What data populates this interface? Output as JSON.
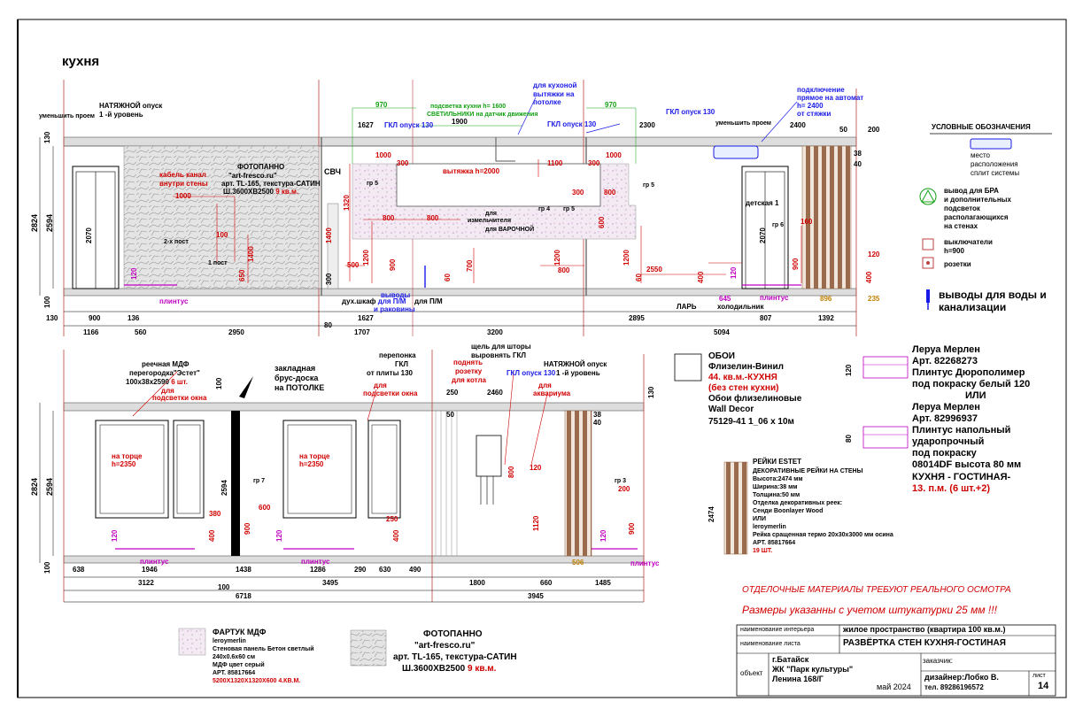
{
  "title": "кухня",
  "colors": {
    "red": "#d00000",
    "blue": "#1a1ae6",
    "green": "#13a013",
    "magenta": "#c000c0",
    "wood": "#8b5a3c",
    "stone": "#d8d8d8"
  },
  "top": {
    "labels": {
      "natyazh": "НАТЯЖНОЙ опуск",
      "level1": "1 -й уровень",
      "umensh": "уменьшить проем",
      "h130": "130",
      "h2824": "2824",
      "h2594": "2594",
      "h100": "100",
      "door_h": "2070",
      "cable": "кабель канал",
      "cable2": "внутри стены",
      "fotopanno": "ФОТОПАННО",
      "artfresco": "\"art-fresco.ru\"",
      "artno": "арт. TL-165, текстура-САТИН",
      "size": "Ш.3600ХВ2500",
      "size_m": "9 кв.м.",
      "d1000": "1000",
      "d100": "100",
      "d650": "650",
      "d1400": "1400",
      "d120": "120",
      "post2": "2-х пост",
      "post1": "1 пост",
      "plintus": "плинтус",
      "svch": "СВЧ",
      "d970a": "970",
      "d1627": "1627",
      "gkl130a": "ГКЛ опуск 130",
      "d1900": "1900",
      "podsvetka": "подсветка кухни h= 1600",
      "svetilniki": "СВЕТИЛЬНИКИ на датчик движения",
      "vyvod_vytyazh": "для кухоной",
      "vyvod_vytyazh2": "вытяжки на",
      "vyvod_vytyazh3": "потолке",
      "gkl130b": "ГКЛ опуск 130",
      "d970b": "970",
      "d2300": "2300",
      "gkl130c": "ГКЛ опуск 130",
      "podkl": "подключение",
      "podkl2": "прямое на автомат",
      "podkl3": "h= 2400",
      "podkl4": "от стяжки",
      "d2400": "2400",
      "d50": "50",
      "d200": "200",
      "d38": "38",
      "d40": "40",
      "d1000b": "1000",
      "d300a": "300",
      "d1100": "1100",
      "d1000c": "1000",
      "d300b": "300",
      "vytyazh": "вытяжка h=2000",
      "gr5a": "гр 5",
      "gr5b": "гр 5",
      "gr4": "гр 4",
      "gr5c": "гр 5",
      "d1320": "1320",
      "d800a": "800",
      "d800b": "800",
      "d300c": "300",
      "d800c": "800",
      "d600": "600",
      "izm": "для",
      "izm2": "измельчителя",
      "varoch": "для ВАРОЧНОЙ",
      "d1400b": "1400",
      "d500": "500",
      "d900": "900",
      "d300d": "300",
      "d700": "700",
      "d60": "60",
      "d1200": "1200",
      "d1200b": "1200",
      "d1200c": "1200",
      "d800d": "800",
      "d2550": "2550",
      "d60b": "60",
      "d400": "400",
      "duh": "дух.шкаф",
      "duh2": "для П/М",
      "vyvody": "выводы",
      "vyvody2": "и раковины",
      "dlyaPM": "для П/М",
      "lar": "ЛАРЬ",
      "d645": "645",
      "holod": "холодильник",
      "detskaya": "детская 1",
      "gr6": "гр 6",
      "d160": "160",
      "d120b": "120",
      "d400b": "400",
      "d900b": "900",
      "d120c": "120",
      "plintus2": "плинтус",
      "d896": "896",
      "d235": "235",
      "d130": "130",
      "d900c": "900",
      "d136": "136",
      "d80": "80",
      "d1627b": "1627",
      "d2895": "2895",
      "d807": "807",
      "d1392": "1392",
      "d1166": "1166",
      "d560": "560",
      "d2950": "2950",
      "d1707": "1707",
      "d3200": "3200",
      "d5094": "5094"
    }
  },
  "legend": {
    "title": "УСЛОВНЫЕ ОБОЗНАЧЕНИЯ",
    "split1": "место",
    "split2": "расположения",
    "split3": "сплит системы",
    "bra1": "вывод для БРА",
    "bra2": "и дополнительных",
    "bra3": "подсветок",
    "bra4": "располагающихся",
    "bra5": "на стенах",
    "sw1": "выключатели",
    "sw2": "h=900",
    "rozetki": "розетки",
    "water1": "выводы для воды и",
    "water2": "канализации"
  },
  "bottom": {
    "labels": {
      "reech": "реечная МДФ",
      "peregorod": "перегородка\"Эстет\"",
      "razm": "100х38х2590",
      "sht": "6 шт.",
      "dlya": "для",
      "podsv": "подсветки окна",
      "zaklad": "закладная",
      "brus": "брус-доска",
      "napot": "на ПОТОЛКЕ",
      "d100": "100",
      "peremychka": "перепонка",
      "gkl": "ГКЛ",
      "otpl": "от плиты 130",
      "dlya2": "для",
      "podsv2": "подсветки окна",
      "shchel": "щель для шторы",
      "vyrovn": "выровнять ГКЛ",
      "podnyat": "поднять",
      "rozetku": "розетку",
      "dlyakotla": "для котла",
      "gkl130": "ГКЛ опуск 130",
      "dlya3": "для",
      "akvar": "аквариума",
      "natyazh": "НАТЯЖНОЙ опуск",
      "lev": "1 -й уровень",
      "d250": "250",
      "d2460": "2460",
      "d50": "50",
      "d130": "130",
      "d38": "38",
      "d40": "40",
      "h2824": "2824",
      "h2594": "2594",
      "h100": "100",
      "natorce1": "на торце",
      "natorce1b": "h=2350",
      "natorce2": "на торце",
      "natorce2b": "h=2350",
      "d2594": "2594",
      "gr7": "гр 7",
      "d600": "600",
      "d900": "900",
      "d380": "380",
      "d400": "400",
      "d120": "120",
      "d120b": "120",
      "d250b": "250",
      "d400b": "400",
      "d800": "800",
      "d120c": "120",
      "d1120": "1120",
      "gr3": "гр 3",
      "d200": "200",
      "d900b": "900",
      "d120d": "120",
      "d506": "506",
      "plintus1": "плинтус",
      "plintus2": "плинтус",
      "plintus3": "плинтус",
      "d638": "638",
      "d1946": "1946",
      "d1438": "1438",
      "d1286": "1286",
      "d290": "290",
      "d630": "630",
      "d490": "490",
      "d3122": "3122",
      "d100b": "100",
      "d3495": "3495",
      "d1800": "1800",
      "d660": "660",
      "d1485": "1485",
      "d6718": "6718",
      "d3945": "3945"
    }
  },
  "materials": {
    "oboi_t": "ОБОИ",
    "flis": "Флизелин-Винил",
    "m2": "44. кв.м.-КУХНЯ",
    "bez": "(без стен кухни)",
    "oboi2": "Обои флизелиновые",
    "wd": "Wall Decor",
    "art": "75129-41 1_06 х 10м",
    "lm1": "Леруа Мерлен",
    "art1": "Арт. 82268273",
    "pl1": "Плинтус  Дюрополимер",
    "pl1b": "под покраску белый 120",
    "ili": "ИЛИ",
    "lm2": "Леруа Мерлен",
    "art2": "Арт. 82996937",
    "pl2": "Плинтус напольный",
    "pl2b": "ударопрочный",
    "pl2c": "под покраску",
    "pl2d": "08014DF высота 80 мм",
    "kg": "КУХНЯ - ГОСТИНАЯ-",
    "pm": "13. п.м. (6 шт.+2)",
    "h120": "120",
    "h80": "80",
    "reiki_t": "РЕЙКИ ESTET",
    "reiki1": "ДЕКОРАТИВНЫЕ РЕЙКИ НА СТЕНЫ",
    "reiki2": "Высота:2474 мм",
    "reiki3": "Ширина:38 мм",
    "reiki4": "Толщина:50 мм",
    "reiki5": "Отделка декоративных реек:",
    "reiki6": "Сенди Boonlayer Wood",
    "reiki7": "ИЛИ",
    "reiki8": "leroymerlin",
    "reiki9": "Рейка сращенная термо 20х30х3000 мм осина",
    "reiki10": "АРТ. 85817664",
    "reiki11": "19 ШТ.",
    "h2474": "2474",
    "note1": "ОТДЕЛОЧНЫЕ МАТЕРИАЛЫ ТРЕБУЮТ РЕАЛЬНОГО ОСМОТРА",
    "note2": "Размеры указанны  с учетом штукатурки 25 мм !!!",
    "fartuk_t": "ФАРТУК МДФ",
    "f1": "leroymerlin",
    "f2": "Стеновая панель Бетон светлый",
    "f3": "240х0.6х60 см",
    "f4": "МДФ цвет серый",
    "f5": "АРТ. 85817664",
    "f6": "5200Х1320Х1320Х600 4.КВ.М.",
    "foto_t": "ФОТОПАННО",
    "foto1": "\"art-fresco.ru\"",
    "foto2": "арт. TL-165, текстура-САТИН",
    "foto3": "Ш.3600ХВ2500",
    "foto4": "9 кв.м."
  },
  "titleblock": {
    "l1": "наименование интерьера",
    "v1": "жилое пространство (квартира 100 кв.м.)",
    "l2": "наименование листа",
    "v2": "РАЗВЁРТКА СТЕН КУХНЯ-ГОСТИНАЯ",
    "l3": "заказчик:",
    "obj": "объект",
    "city": "г.Батайск",
    "zhk": "ЖК \"Парк культуры\"",
    "addr": "Ленина 168/Г",
    "date": "май 2024",
    "des": "дизайнер:Лобко В.",
    "tel": "тел. 89286196572",
    "list": "лист",
    "num": "14"
  }
}
